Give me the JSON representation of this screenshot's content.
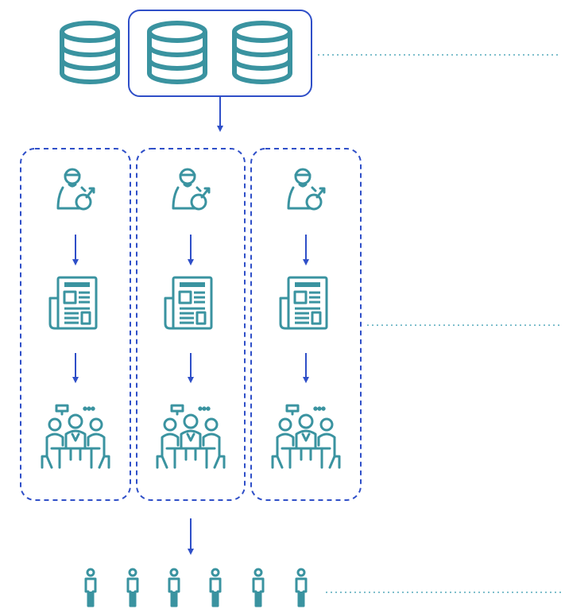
{
  "colors": {
    "icon_teal": "#3a93a0",
    "accent_blue": "#2f4fc8",
    "dotted_line": "#7fbfcc",
    "background": "#ffffff"
  },
  "databases": {
    "icon": "database-icon",
    "count": 3,
    "highlighted": [
      1,
      2
    ]
  },
  "columns": [
    {
      "steps": [
        {
          "icon": "user-edit-icon"
        },
        {
          "icon": "newspaper-icon"
        },
        {
          "icon": "team-meeting-icon"
        }
      ]
    },
    {
      "steps": [
        {
          "icon": "user-edit-icon"
        },
        {
          "icon": "newspaper-icon"
        },
        {
          "icon": "team-meeting-icon"
        }
      ]
    },
    {
      "steps": [
        {
          "icon": "user-edit-icon"
        },
        {
          "icon": "newspaper-icon"
        },
        {
          "icon": "team-meeting-icon"
        }
      ]
    }
  ],
  "audience": {
    "icon": "person-icon",
    "count": 6
  }
}
